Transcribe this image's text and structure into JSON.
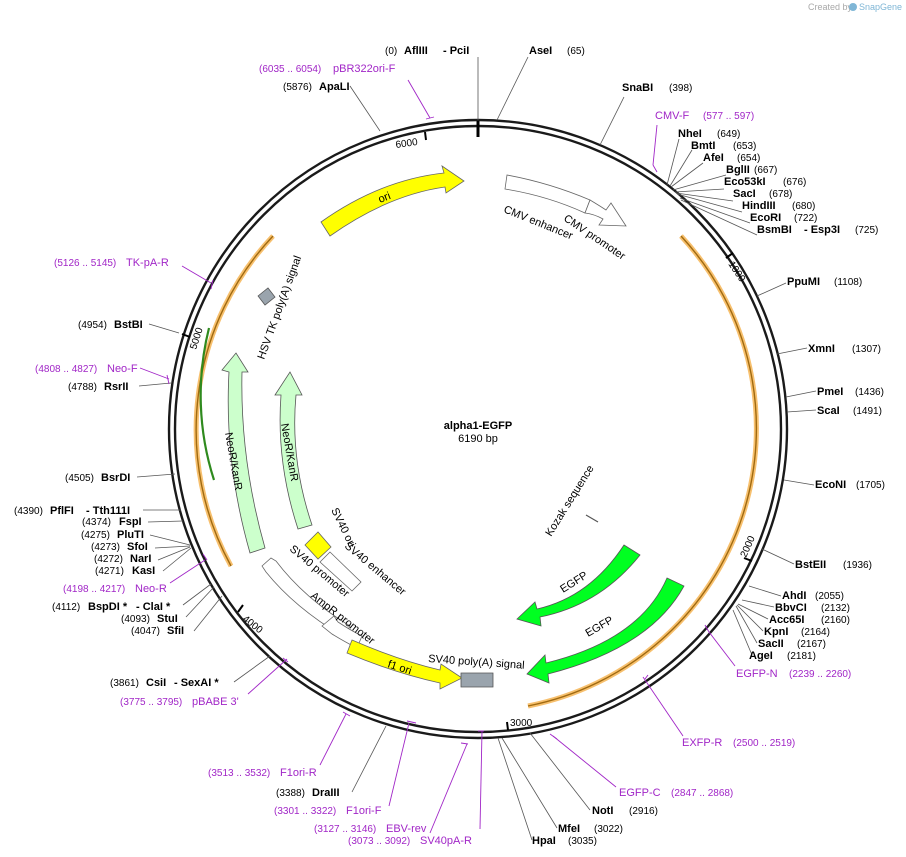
{
  "header": {
    "credit_text": "Created by",
    "credit_brand": "SnapGene"
  },
  "plasmid": {
    "name": "alpha1-EGFP",
    "size": "6190 bp"
  },
  "ticks": [
    "1000",
    "2000",
    "3000",
    "4000",
    "5000",
    "6000"
  ],
  "sites": [
    {
      "name": "AflIII",
      "name2": "- PciI",
      "pos": "(0)"
    },
    {
      "name": "AseI",
      "pos": "(65)"
    },
    {
      "name": "SnaBI",
      "pos": "(398)"
    },
    {
      "name": "NheI",
      "pos": "(649)"
    },
    {
      "name": "BmtI",
      "pos": "(653)"
    },
    {
      "name": "AfeI",
      "pos": "(654)"
    },
    {
      "name": "BglII",
      "pos": "(667)"
    },
    {
      "name": "Eco53kI",
      "pos": "(676)"
    },
    {
      "name": "SacI",
      "pos": "(678)"
    },
    {
      "name": "HindIII",
      "pos": "(680)"
    },
    {
      "name": "EcoRI",
      "pos": "(722)"
    },
    {
      "name": "BsmBI",
      "name2": "- Esp3I",
      "pos": "(725)"
    },
    {
      "name": "PpuMI",
      "pos": "(1108)"
    },
    {
      "name": "XmnI",
      "pos": "(1307)"
    },
    {
      "name": "PmeI",
      "pos": "(1436)"
    },
    {
      "name": "ScaI",
      "pos": "(1491)"
    },
    {
      "name": "EcoNI",
      "pos": "(1705)"
    },
    {
      "name": "BstEII",
      "pos": "(1936)"
    },
    {
      "name": "AhdI",
      "pos": "(2055)"
    },
    {
      "name": "BbvCI",
      "pos": "(2132)"
    },
    {
      "name": "Acc65I",
      "pos": "(2160)"
    },
    {
      "name": "KpnI",
      "pos": "(2164)"
    },
    {
      "name": "SacII",
      "pos": "(2167)"
    },
    {
      "name": "AgeI",
      "pos": "(2181)"
    },
    {
      "name": "NotI",
      "pos": "(2916)"
    },
    {
      "name": "MfeI",
      "pos": "(3022)"
    },
    {
      "name": "HpaI",
      "pos": "(3035)"
    },
    {
      "name": "DraIII",
      "pos": "(3388)"
    },
    {
      "name": "CsiI",
      "name2": "- SexAI *",
      "pos": "(3861)"
    },
    {
      "name": "SfiI",
      "pos": "(4047)"
    },
    {
      "name": "StuI",
      "pos": "(4093)"
    },
    {
      "name": "BspDI *",
      "name2": "- ClaI *",
      "pos": "(4112)"
    },
    {
      "name": "KasI",
      "pos": "(4271)"
    },
    {
      "name": "NarI",
      "pos": "(4272)"
    },
    {
      "name": "SfoI",
      "pos": "(4273)"
    },
    {
      "name": "PluTI",
      "pos": "(4275)"
    },
    {
      "name": "FspI",
      "pos": "(4374)"
    },
    {
      "name": "PflFI",
      "name2": "- Tth111I",
      "pos": "(4390)"
    },
    {
      "name": "BsrDI",
      "pos": "(4505)"
    },
    {
      "name": "RsrII",
      "pos": "(4788)"
    },
    {
      "name": "BstBI",
      "pos": "(4954)"
    },
    {
      "name": "ApaLI",
      "pos": "(5876)"
    }
  ],
  "primers": [
    {
      "name": "pBR322ori-F",
      "pos": "(6035 .. 6054)"
    },
    {
      "name": "CMV-F",
      "pos": "(577 .. 597)"
    },
    {
      "name": "EGFP-N",
      "pos": "(2239 .. 2260)"
    },
    {
      "name": "EXFP-R",
      "pos": "(2500 .. 2519)"
    },
    {
      "name": "EGFP-C",
      "pos": "(2847 .. 2868)"
    },
    {
      "name": "SV40pA-R",
      "pos": "(3073 .. 3092)"
    },
    {
      "name": "EBV-rev",
      "pos": "(3127 .. 3146)"
    },
    {
      "name": "F1ori-F",
      "pos": "(3301 .. 3322)"
    },
    {
      "name": "F1ori-R",
      "pos": "(3513 .. 3532)"
    },
    {
      "name": "pBABE 3'",
      "pos": "(3775 .. 3795)"
    },
    {
      "name": "Neo-R",
      "pos": "(4198 .. 4217)"
    },
    {
      "name": "Neo-F",
      "pos": "(4808 .. 4827)"
    },
    {
      "name": "TK-pA-R",
      "pos": "(5126 .. 5145)"
    }
  ],
  "features": {
    "ori": "ori",
    "cmv_enhancer": "CMV enhancer",
    "cmv_promoter": "CMV promoter",
    "hsv_tk": "HSV TK poly(A) signal",
    "neo_outer": "NeoR/KanR",
    "neo_inner": "NeoR/KanR",
    "sv40_ori": "SV40 ori",
    "sv40_enhancer": "SV40 enhancer",
    "sv40_promoter": "SV40 promoter",
    "ampr_promoter": "AmpR promoter",
    "f1_ori": "f1 ori",
    "sv40_polya": "SV40 poly(A) signal",
    "egfp_outer": "EGFP",
    "egfp_inner": "EGFP",
    "kozak": "Kozak sequence"
  },
  "colors": {
    "backbone": "#1a1a1a",
    "primer": "#a126c7",
    "ori_fill": "#ffff00",
    "egfp_fill": "#00ff21",
    "neo_fill": "#ccffcc",
    "orf_orange": "#f5b04a",
    "orf_core": "#a06a10",
    "polya_gray": "#9aa4ad"
  }
}
